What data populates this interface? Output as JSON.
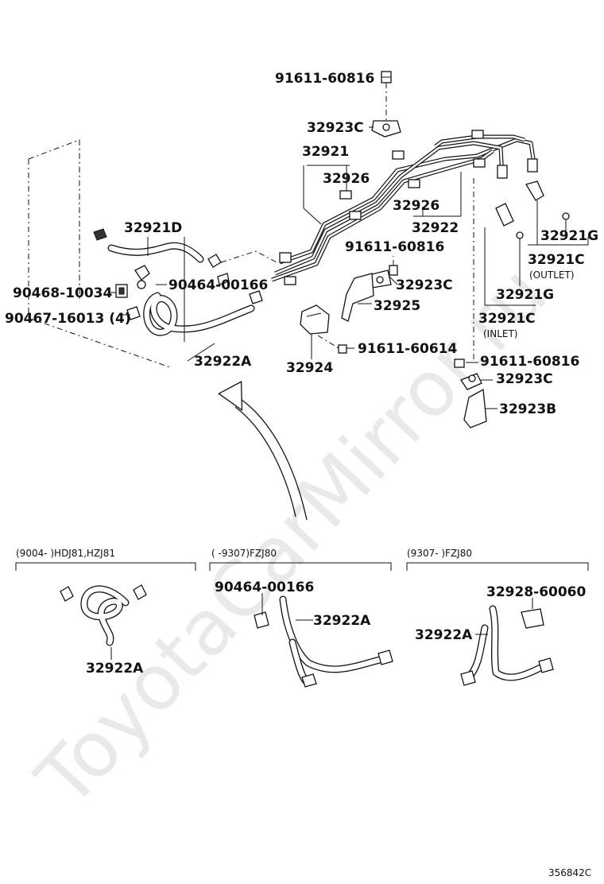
{
  "watermark": "ToyotaCarMirror.ru",
  "diagram_code": "356842C",
  "labels": {
    "bolt_top": "91611-60816",
    "clamp_top": "32923C",
    "tube_32921": "32921",
    "cushion_upper": "32926",
    "cushion_lower": "32926",
    "tube_32922": "32922",
    "hose_32921D": "32921D",
    "nut_90468": "90468-10034",
    "clip_90467": "90467-16013 (4)",
    "clip_90464": "90464-00166",
    "hose_32922A": "32922A",
    "bolt_mid": "91611-60816",
    "clamp_mid": "32923C",
    "bracket_32925": "32925",
    "bracket_32924": "32924",
    "bolt_small": "91611-60614",
    "gasket_outlet": "32921G",
    "union_outlet": "32921C",
    "outlet_note": "(OUTLET)",
    "gasket_inlet": "32921G",
    "union_inlet": "32921C",
    "inlet_note": "(INLET)",
    "bolt_right": "91611-60816",
    "clamp_right": "32923C",
    "bracket_32923B": "32923B"
  },
  "variants": [
    {
      "range": "(9004-     )HDJ81,HZJ81",
      "parts": [
        "32922A"
      ]
    },
    {
      "range": "(     -9307)FZJ80",
      "parts": [
        "90464-00166",
        "32922A"
      ]
    },
    {
      "range": "(9307-     )FZJ80",
      "parts": [
        "32928-60060",
        "32922A"
      ]
    }
  ]
}
